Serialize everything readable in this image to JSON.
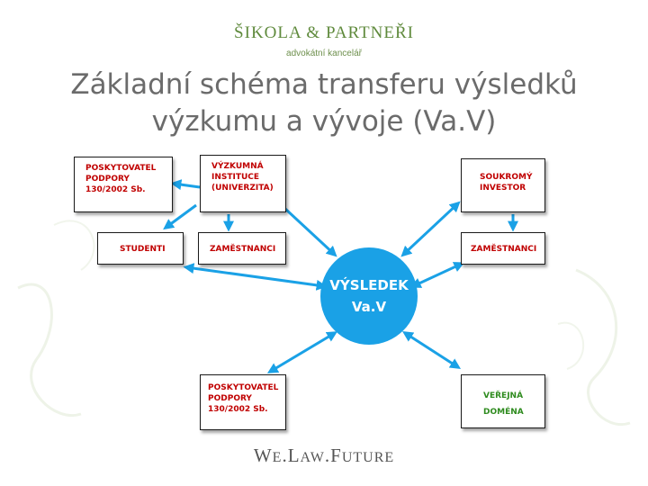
{
  "header": {
    "brand": "ŠIKOLA & PARTNEŘI",
    "subtitle": "advokátní kancelář"
  },
  "title": {
    "line1": "Základní schéma transferu výsledků",
    "line2": "výzkumu a vývoje (Va.V)"
  },
  "boxes": {
    "poskytovatel_top": "POSKYTOVATEL\nPODPORY\n130/2002 Sb.",
    "vyzkumna_instituce": "VÝZKUMNÁ\nINSTITUCE\n(UNIVERZITA)",
    "soukromy_investor": "SOUKROMÝ\nINVESTOR",
    "studenti": "STUDENTI",
    "zamestnanci_left": "ZAMĚSTNANCI",
    "zamestnanci_right": "ZAMĚSTNANCI",
    "poskytovatel_bottom": "POSKYTOVATEL\nPODPORY\n130/2002 Sb.",
    "verejna_domena": "VEŘEJNÁ\nDOMÉNA"
  },
  "center": {
    "line1": "VÝSLEDEK",
    "line2": "Va.V"
  },
  "footer": {
    "big1": "W",
    "small1": "E",
    "mid1": ".L",
    "small2": "AW",
    "mid2": ".F",
    "small3": "UTURE"
  },
  "colors": {
    "accent_blue": "#1aa1e6",
    "label_red": "#c00000",
    "label_green": "#2e8b1e",
    "brand_green": "#5f8a3c"
  }
}
